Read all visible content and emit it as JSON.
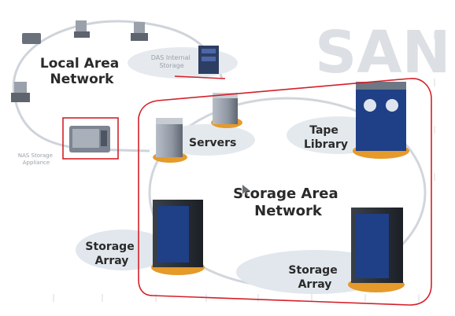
{
  "watermark": "SAN",
  "lan": {
    "line1": "Local Area",
    "line2": "Network"
  },
  "das": {
    "line1": "DAS Internal",
    "line2": "Storage"
  },
  "nas": {
    "line1": "NAS Storage",
    "line2": "Appliance"
  },
  "servers": {
    "label": "Servers"
  },
  "tape": {
    "line1": "Tape",
    "line2": "Library"
  },
  "san_network": {
    "line1": "Storage Area",
    "line2": "Network"
  },
  "storage_left": {
    "line1": "Storage",
    "line2": "Array"
  },
  "storage_right": {
    "line1": "Storage",
    "line2": "Array"
  },
  "colors": {
    "highlight": "#d4202a",
    "ellipse": "#dfe4ea",
    "ring": "#c9ced6",
    "orange": "#e59a2a",
    "navy": "#1f3f86",
    "gray": "#8c949f"
  }
}
